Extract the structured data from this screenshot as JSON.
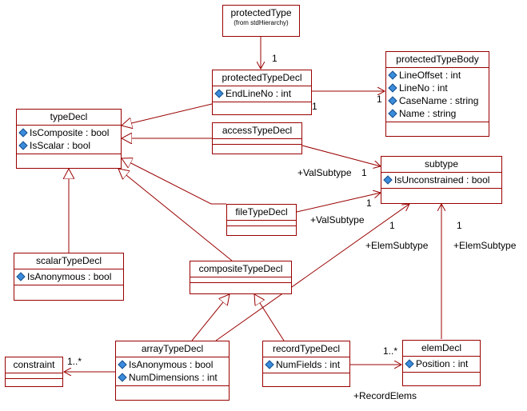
{
  "classes": {
    "protectedType": {
      "name": "protectedType",
      "note": "(from stdHierarchy)",
      "attributes": []
    },
    "protectedTypeDecl": {
      "name": "protectedTypeDecl",
      "attributes": [
        "EndLineNo : int"
      ]
    },
    "protectedTypeBody": {
      "name": "protectedTypeBody",
      "attributes": [
        "LineOffset : int",
        "LineNo : int",
        "CaseName : string",
        "Name : string"
      ]
    },
    "typeDecl": {
      "name": "typeDecl",
      "attributes": [
        "IsComposite : bool",
        "IsScalar : bool"
      ]
    },
    "accessTypeDecl": {
      "name": "accessTypeDecl",
      "attributes": []
    },
    "subtype": {
      "name": "subtype",
      "attributes": [
        "IsUnconstrained : bool"
      ]
    },
    "fileTypeDecl": {
      "name": "fileTypeDecl",
      "attributes": []
    },
    "scalarTypeDecl": {
      "name": "scalarTypeDecl",
      "attributes": [
        "IsAnonymous : bool"
      ]
    },
    "compositeTypeDecl": {
      "name": "compositeTypeDecl",
      "attributes": []
    },
    "constraint": {
      "name": "constraint",
      "attributes": []
    },
    "arrayTypeDecl": {
      "name": "arrayTypeDecl",
      "attributes": [
        "IsAnonymous : bool",
        "NumDimensions : int"
      ]
    },
    "recordTypeDecl": {
      "name": "recordTypeDecl",
      "attributes": [
        "NumFields : int"
      ]
    },
    "elemDecl": {
      "name": "elemDecl",
      "attributes": [
        "Position : int"
      ]
    }
  },
  "labels": {
    "m_protected_1": "1",
    "m_decl_body": "1",
    "m_body_decl": "1",
    "role_access_valsubtype": "+ValSubtype",
    "m_access_valsubtype": "1",
    "m_file_subtype": "1",
    "role_file_valsubtype": "+ValSubtype",
    "m_array_subtype": "1",
    "role_array_elemsubtype": "+ElemSubtype",
    "m_elem_subtype": "1",
    "role_elem_elemsubtype": "+ElemSubtype",
    "m_constraint": "1..*",
    "m_record_elems": "1..*",
    "role_record_elems": "+RecordElems"
  },
  "colors": {
    "line": "#990000",
    "attribute_icon": "#3a8bdc"
  }
}
